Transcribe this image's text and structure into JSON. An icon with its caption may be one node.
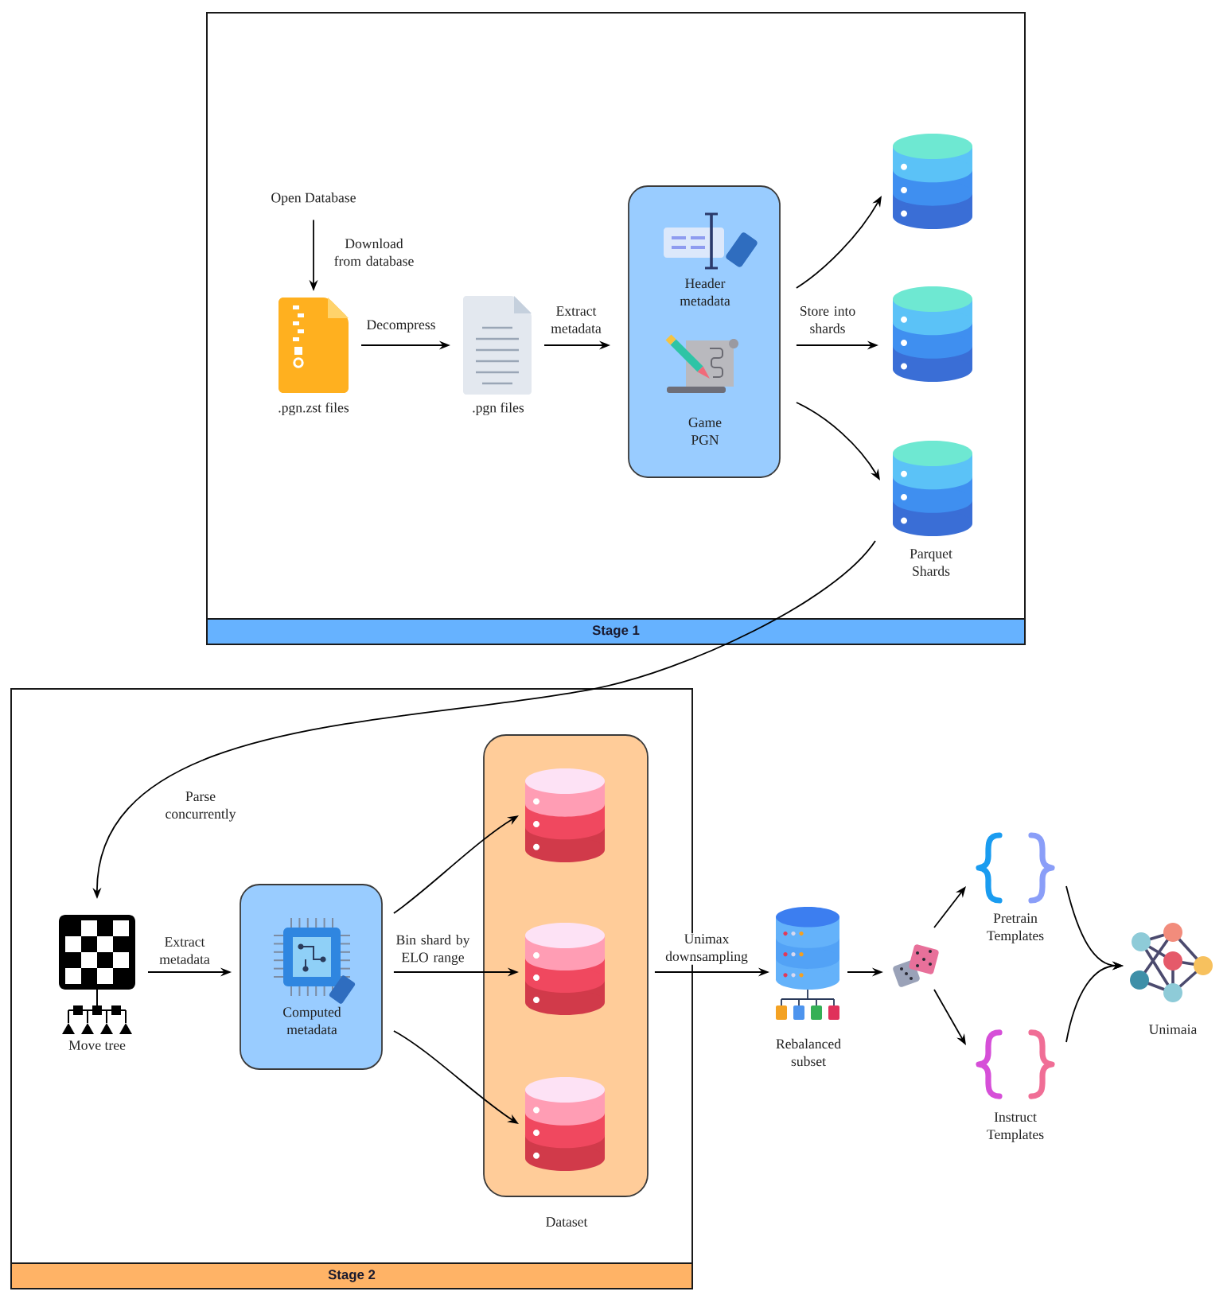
{
  "diagram": {
    "nodes": [
      {
        "text": [
          "Stage 1"
        ]
      },
      {
        "text": [
          "Open Database"
        ],
        "in": 0
      },
      {
        "text": [
          ".pgn.zst files"
        ],
        "in": 0
      },
      {
        "text": [
          ".pgn files"
        ],
        "in": 0
      },
      {
        "text": [],
        "shape": "box",
        "in": 0
      },
      {
        "text": [
          "Header metadata"
        ],
        "in": 4
      },
      {
        "text": [
          "Game PGN"
        ],
        "in": 4
      },
      {
        "text": [],
        "shape": "cylinder",
        "in": 0
      },
      {
        "text": [],
        "shape": "cylinder",
        "in": 0
      },
      {
        "text": [
          "Parquet Shards"
        ],
        "in": 0
      },
      {
        "text": [
          "Stage 2"
        ]
      },
      {
        "text": [
          "Move tree"
        ],
        "in": 10
      },
      {
        "text": [
          "Computed metadata"
        ],
        "in": 10
      },
      {
        "text": [
          "Dataset"
        ],
        "in": 10
      },
      {
        "text": [],
        "shape": "cylinder",
        "in": 13
      },
      {
        "text": [],
        "shape": "cylinder",
        "in": 13
      },
      {
        "text": [],
        "shape": "cylinder",
        "in": 13
      },
      {
        "text": [
          "Rebalanced subset"
        ]
      },
      {
        "text": [],
        "shape": "picture"
      },
      {
        "text": [
          "Pretrain Templates"
        ]
      },
      {
        "text": [
          "Instruct Templates"
        ]
      },
      {
        "text": [
          "Unimaia"
        ]
      }
    ],
    "edges": [
      {
        "from": 1,
        "to": 2,
        "arrow": "to",
        "label": "Download from database"
      },
      {
        "from": 2,
        "to": 3,
        "arrow": "to",
        "label": "Decompress"
      },
      {
        "from": 3,
        "to": 4,
        "arrow": "to",
        "label": "Extract metadata"
      },
      {
        "from": 4,
        "to": 7,
        "arrow": "to"
      },
      {
        "from": 4,
        "to": 8,
        "arrow": "to",
        "label": "Store into shards"
      },
      {
        "from": 4,
        "to": 9,
        "arrow": "to"
      },
      {
        "from": 9,
        "to": 11,
        "arrow": "to",
        "label": "Parse concurrently"
      },
      {
        "from": 11,
        "to": 12,
        "arrow": "to",
        "label": "Extract metadata"
      },
      {
        "from": 12,
        "to": 14,
        "arrow": "to"
      },
      {
        "from": 12,
        "to": 15,
        "arrow": "to",
        "label": "Bin shard by ELO range"
      },
      {
        "from": 12,
        "to": 16,
        "arrow": "to"
      },
      {
        "from": 13,
        "to": 17,
        "arrow": "to",
        "label": "Unimax downsampling"
      },
      {
        "from": 17,
        "to": 18,
        "arrow": "to"
      },
      {
        "from": 18,
        "to": 19,
        "arrow": "to"
      },
      {
        "from": 18,
        "to": 20,
        "arrow": "to"
      },
      {
        "from": 19,
        "to": 21,
        "arrow": "to"
      },
      {
        "from": 20,
        "to": 21,
        "arrow": "to"
      }
    ]
  }
}
